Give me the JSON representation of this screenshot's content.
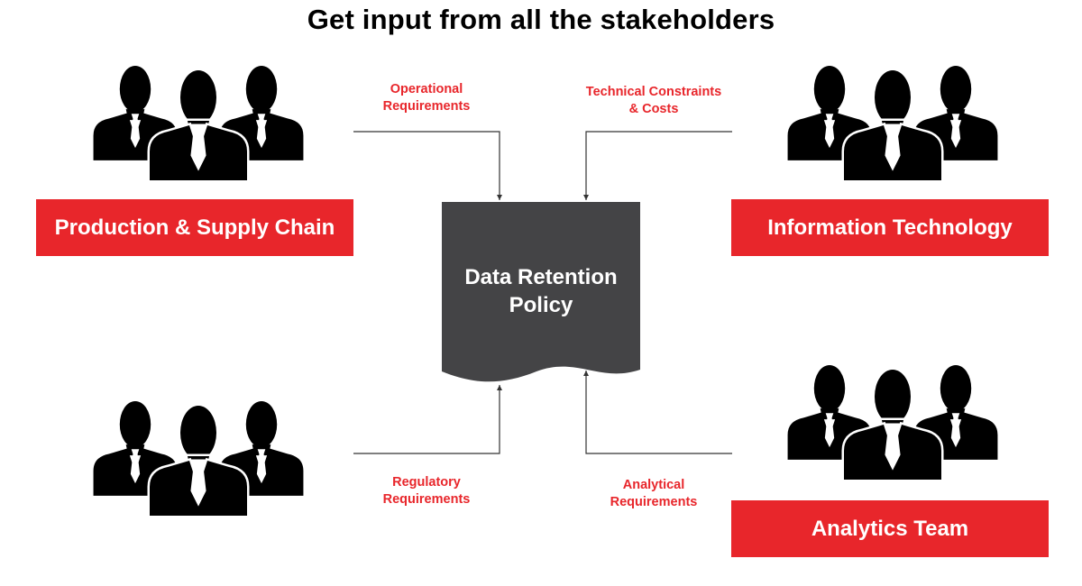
{
  "title": "Get input from all the stakeholders",
  "colors": {
    "accent": "#e8262b",
    "document": "#444446",
    "icon": "#000000",
    "connector": "#333333"
  },
  "center": {
    "line1": "Data Retention",
    "line2": "Policy"
  },
  "stakeholders": [
    {
      "label": "Production & Supply Chain",
      "icon": "people-group-icon"
    },
    {
      "label": "Information Technology",
      "icon": "people-group-icon"
    },
    {
      "label": "",
      "icon": "people-group-icon"
    },
    {
      "label": "Analytics Team",
      "icon": "people-group-icon"
    }
  ],
  "flows": {
    "operational": {
      "line1": "Operational",
      "line2": "Requirements"
    },
    "technical": {
      "line1": "Technical Constraints",
      "line2": "& Costs"
    },
    "regulatory": {
      "line1": "Regulatory",
      "line2": "Requirements"
    },
    "analytical": {
      "line1": "Analytical",
      "line2": "Requirements"
    }
  }
}
